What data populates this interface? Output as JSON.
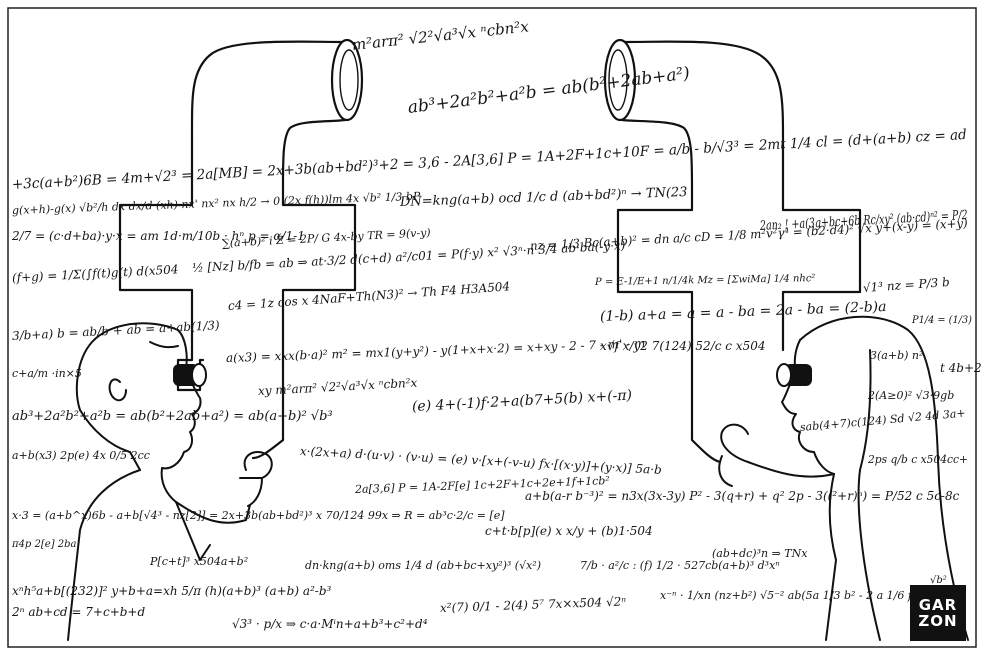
{
  "caption": "GARZON",
  "signature": {
    "line1": "GAR",
    "line2": "ZON"
  },
  "formulas": [
    "m²arπ² √2²√a³√x ⁿcbn²x",
    "ab³+2a²b²+a²b = ab(b²+2ab+a²)",
    "+3c(a+b²)6B = 4m+√2³ = 2a[MB] = 2x+3b(ab+bd²)³+2 = 3,6 - 2A[3,6] P = 1A+2F+1c+10F = a/b - b/√3³ = 2mt 1/4 cl = (d+(a+b) cz = ad",
    "g(x+h)-g(x) √b²/h dx dx/d (xh) nx' nx² nx h/2 → 0 (2x f(h))lm 4x √b² 1/3 bP",
    "DN=kng(a+b) ocd 1/c d (ab+bd²)ⁿ → TN(23",
    "2an₂ ! +a(3g+bc+6b Rc/xy² (ab·cd)ⁿ² = P/2",
    "2/7 = (c·d+ba)·y·x = am 1d·m/10b · hⁿ p = α/1-1",
    "∑(a+b)² i Z = 2P/ G 4x-by TR = 9(v-y)",
    "nz = 1/3 Bc(a+b)² = dn a/c cD = 1/8 m²v²γ⁴ = (b2·d4)² √x  y+(x-y) = (x+y)",
    "(f+g) = 1/Σ(∫f(t)g(t) d(x504",
    "½ [Nz] b/fb = ab ⇒ at·3/2 d(c+d) a²/c01 = P(f·y) x² √3ⁿ·n 3/4 ab·ba(-y·x)",
    "P = E-1/E+1 n/1/4k Mz = [ΣwiMa] 1/4 nhc²",
    "√1³ nz = P/3 b",
    "c4 = 1z cos x 4NaF+Th(N3)² → Th F4 H3A504",
    "(1-b) a+a = a = a - ba = 2a - ba = (2-b)a",
    "3/b+a) b = ab/b + ab = a+ab(1/3)",
    "P1/4 = (1/3)",
    "a(x3) = xxx(b·a)² m² = mx1(y+y²) - y(1+x+x·2) = x+xy - 2 - 7 - m' - m",
    "x√f x/y2 7(124) 52/c c x504",
    "3(a+b) n²",
    "t 4b+2",
    "c+a/m ·in×5",
    "xy m²arπ² √2²√a³√x ⁿcbn²x",
    "2(A≥0)² √3·9gb",
    "(e) 4+(-1)f·2+a(b7+5(b) x+(-π)",
    "ab³+2a²b²+a²b = ab(b²+2ab+a²) = ab(a+b)² √b³",
    "sab(4+7)c(124) Sd √2 4d 3a+",
    "x·(2x+a) d·(u·v) · (v·u) = (e) v·[x+(-v-u) fx·[(x·y)]+(y·x)] 5a·b",
    "2ps q/b c x504cc+",
    "a+b(x3) 2p(e) 4x 0/5 2cc",
    "2a[3,6] P = 1A-2F[e] 1c+2F+1c+2e+1f+1cb²",
    "a+b(a-r b⁻³)² = n3x(3x-3y) P² - 3(q+r) + q² 2p - 3((²+r)ⁿ) = P/52 c 5c-8c",
    "x·3 = (a+b^x)6b - a+b[√4³ - nz[2]] = 2x+3b(ab+bd²)³ x 70/124 99x ⇒ R = ab³c·2/c = [e]",
    "π4p 2[e] 2ba",
    "c+t·b[p](e) x x/y + (b)1·504",
    "(ab+dc)³n ⇒ TNx",
    "P[c+t]³ x504a+b²",
    "dn·kng(a+b) oms 1/4 d (ab+bc+xy²)³ (√x²)",
    "7/b · a²/c : (f) 1/2 · 527cb(a+b)³ d³xⁿ",
    "xⁿh⁵a+b[(232)]² y+b+a=xh 5/π (h)(a+b)³ (a+b) a²-b³",
    "2ⁿ ab+cd = 7+c+b+d",
    "√3³ · p/x ⇒ c·a·Mⁱn+a+b³+c²+d⁴",
    "x²(7) 0/1 - 2(4) 5⁷ 7x×x504 √2ⁿ",
    "x⁻ⁿ · 1/xn (nz+b²) √5⁻² ab(5a 1/3 b² - 2 a 1/6 f",
    "√b²"
  ]
}
